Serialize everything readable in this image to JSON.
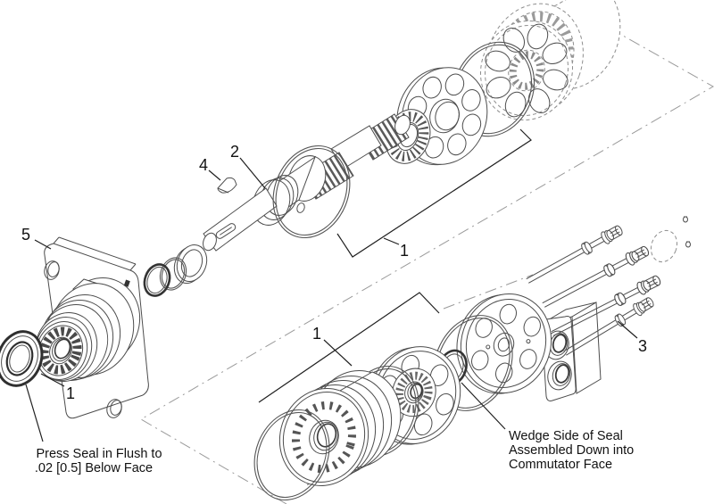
{
  "figure": {
    "kind": "exploded-parts-diagram",
    "background_color": "#ffffff",
    "line_color": "#4d4d4d",
    "phantom_line_color": "#8e8e8e",
    "callout_color": "#111111"
  },
  "callouts": {
    "housing": {
      "label": "5"
    },
    "key": {
      "label": "4"
    },
    "shaft": {
      "label": "2"
    },
    "oring_shaft": {
      "label": "1"
    },
    "oring_commutator": {
      "label": "1"
    },
    "seal": {
      "label": "1"
    },
    "bolts": {
      "label": "3"
    }
  },
  "notes": {
    "press_seal": {
      "line1": "Press Seal in Flush to",
      "line2": ".02 [0.5] Below Face"
    },
    "wedge_seal": {
      "line1": "Wedge Side of Seal",
      "line2": "Assembled Down into",
      "line3": "Commutator Face"
    }
  }
}
